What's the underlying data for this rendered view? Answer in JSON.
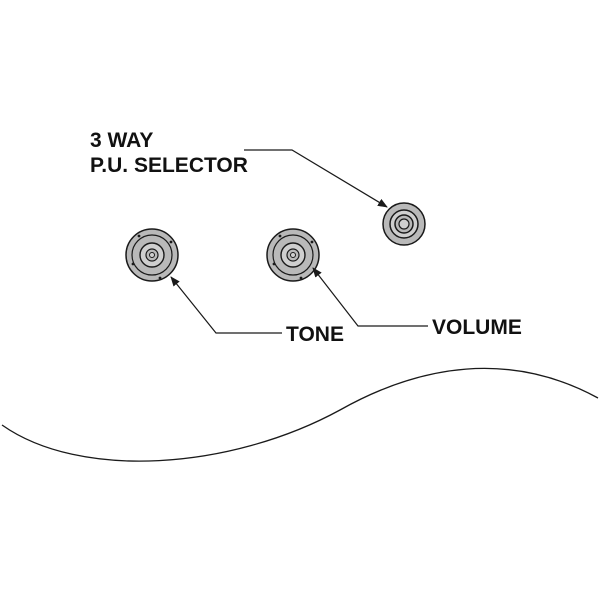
{
  "colors": {
    "knob_fill": "#b9b9b9",
    "knob_inner": "#cfcfcf",
    "line": "#1a1a1a",
    "background": "#ffffff"
  },
  "controls": {
    "selector": {
      "icon": "selector-switch-icon",
      "label_line1": "3 WAY",
      "label_line2": "P.U. SELECTOR"
    },
    "tone": {
      "icon": "tone-knob-icon",
      "label": "TONE"
    },
    "volume": {
      "icon": "volume-knob-icon",
      "label": "VOLUME"
    }
  },
  "body_outline": {
    "icon": "guitar-body-edge-icon"
  }
}
